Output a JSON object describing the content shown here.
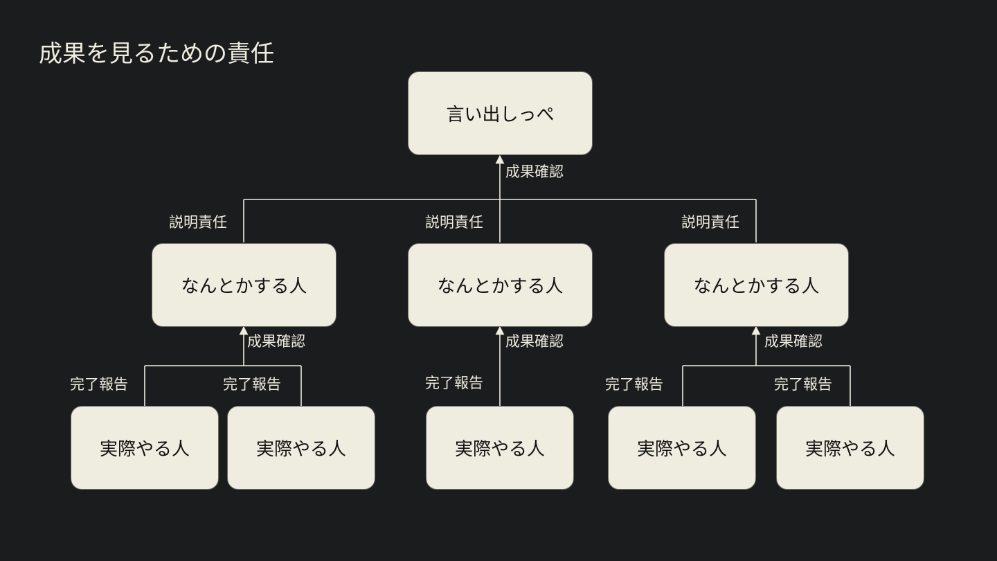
{
  "title": "成果を見るための責任",
  "nodes": {
    "top": "言い出しっぺ",
    "mid": [
      "なんとかする人",
      "なんとかする人",
      "なんとかする人"
    ],
    "bottom": [
      "実際やる人",
      "実際やる人",
      "実際やる人",
      "実際やる人",
      "実際やる人"
    ]
  },
  "edge_labels": {
    "confirm": [
      "成果確認",
      "成果確認",
      "成果確認",
      "成果確認"
    ],
    "accountability": [
      "説明責任",
      "説明責任",
      "説明責任"
    ],
    "report": [
      "完了報告",
      "完了報告",
      "完了報告",
      "完了報告",
      "完了報告"
    ]
  },
  "colors": {
    "background": "#1b1c1e",
    "node_fill": "#efece0",
    "text_light": "#efece0",
    "line": "#efece0"
  }
}
